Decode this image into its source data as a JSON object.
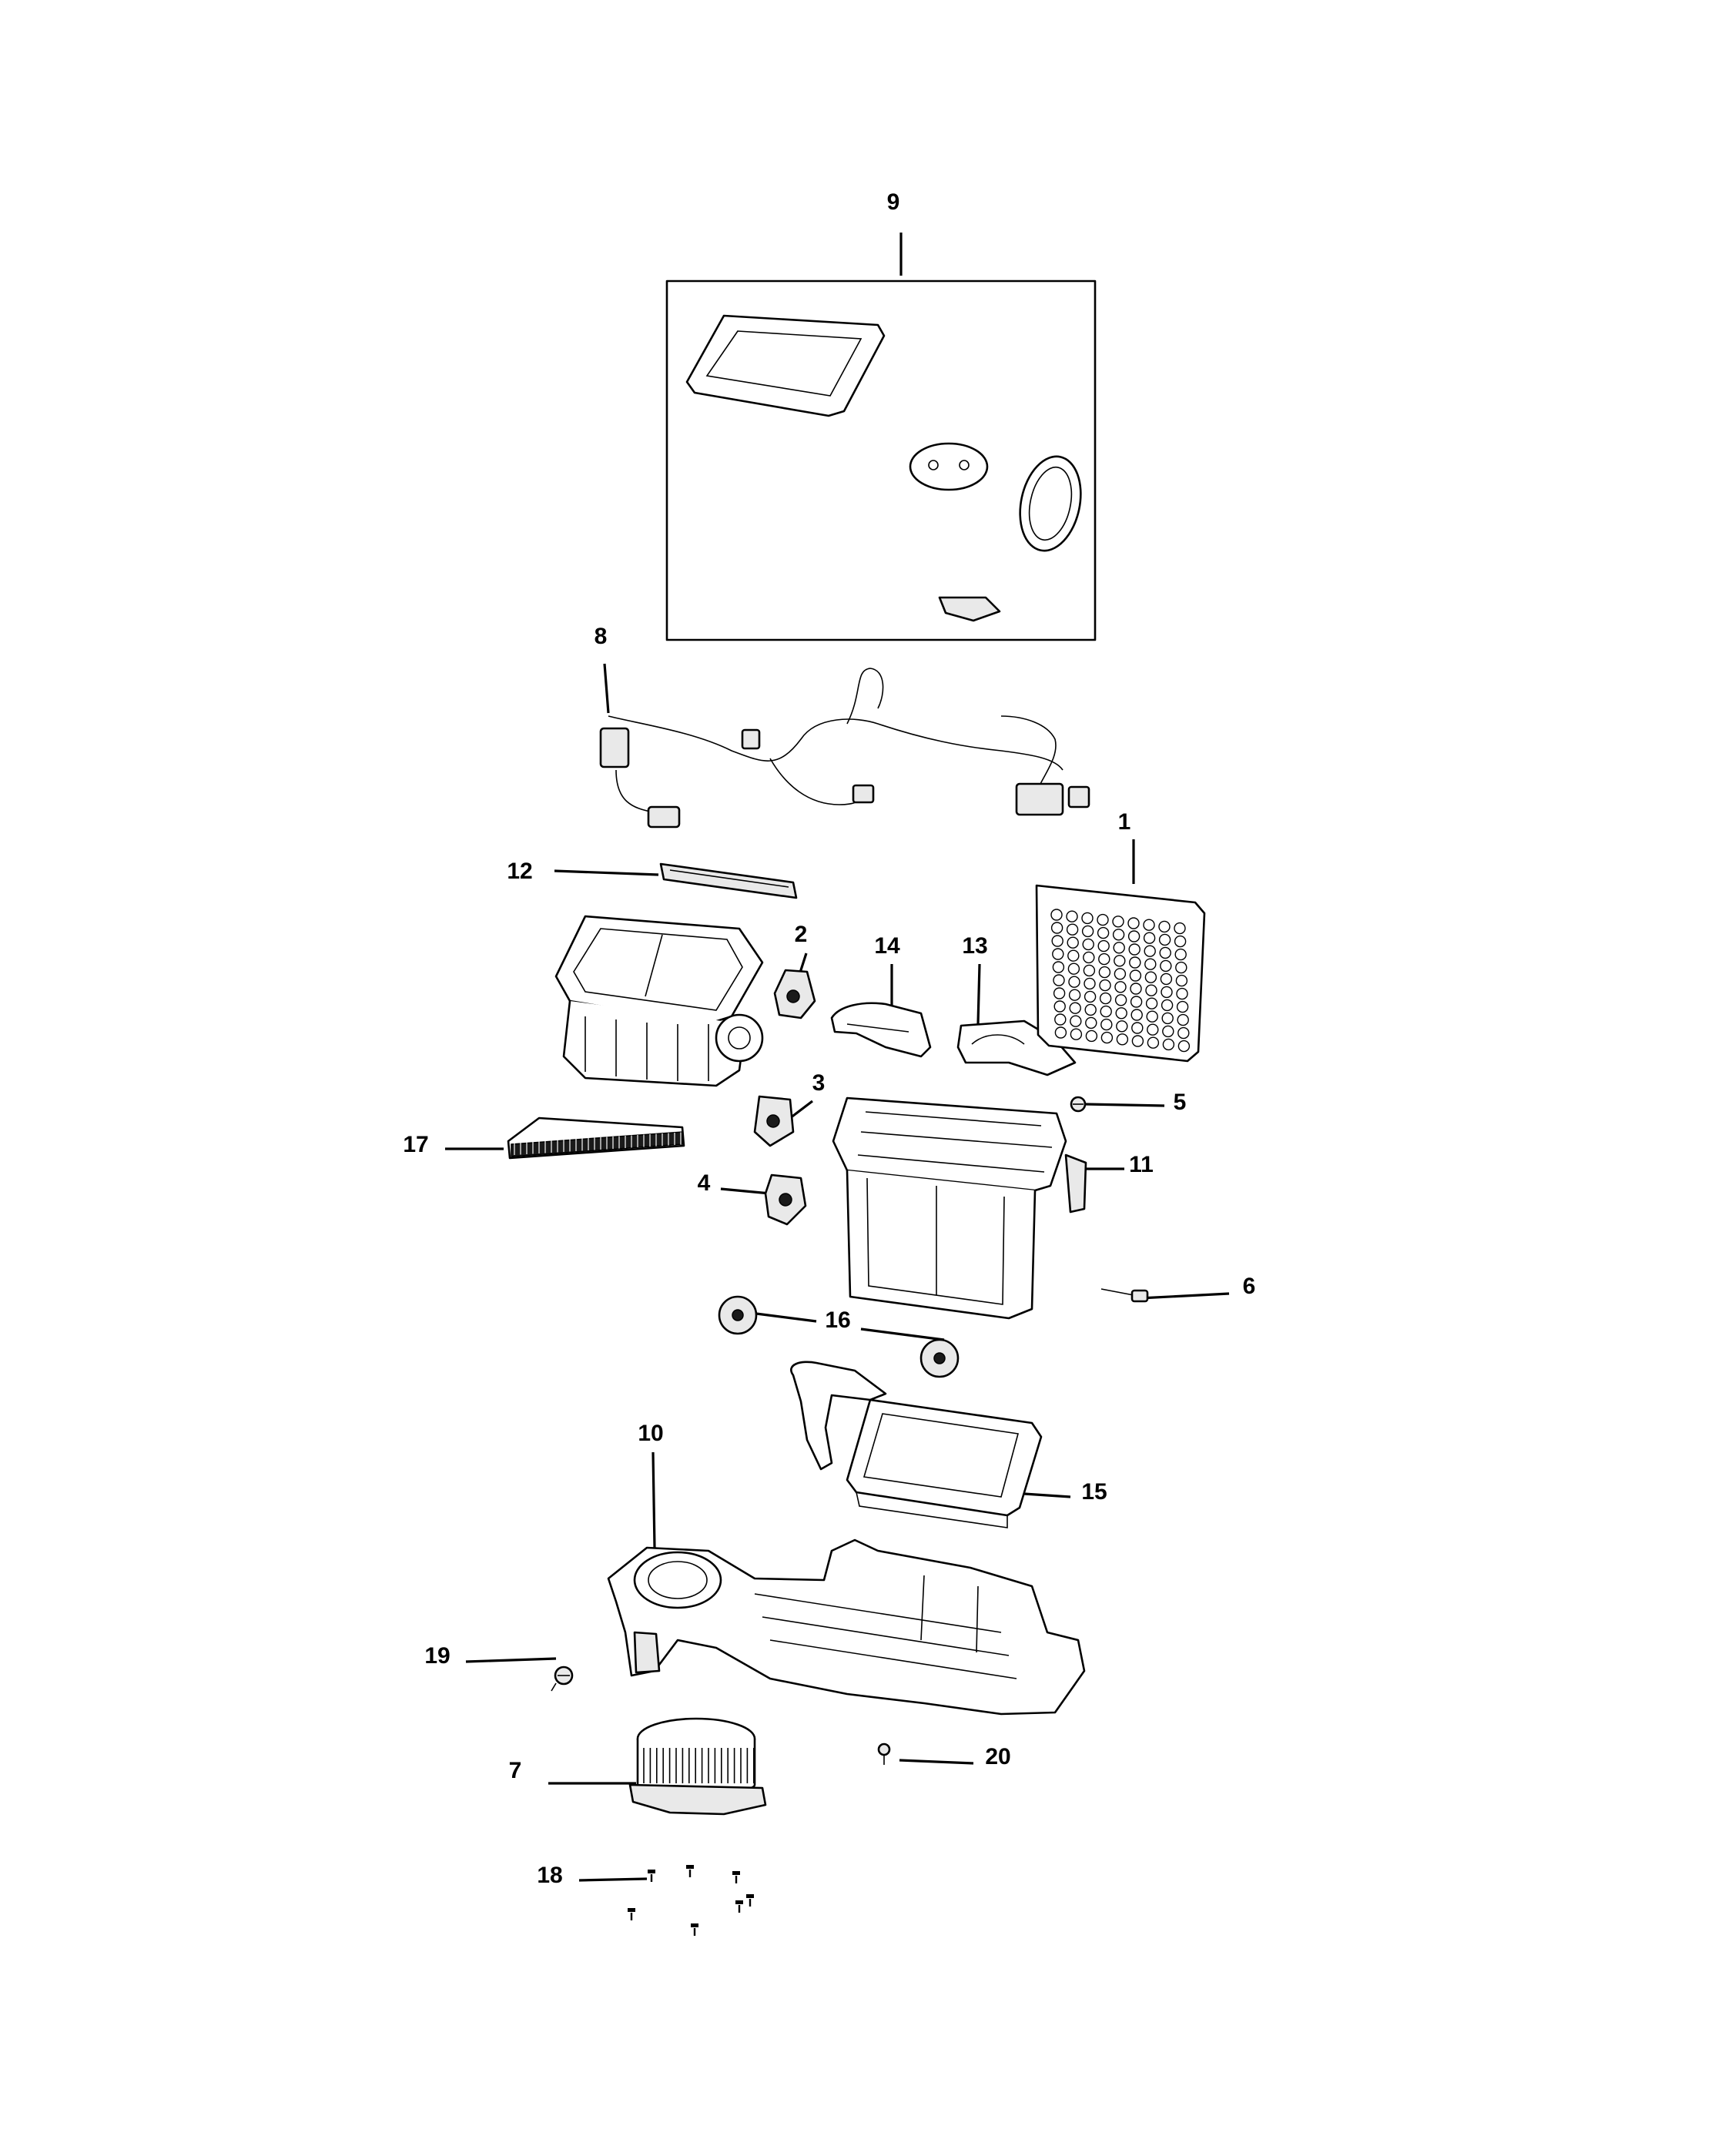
{
  "diagram": {
    "callouts": [
      {
        "id": "9",
        "label": "9"
      },
      {
        "id": "8",
        "label": "8"
      },
      {
        "id": "12",
        "label": "12"
      },
      {
        "id": "1",
        "label": "1"
      },
      {
        "id": "2",
        "label": "2"
      },
      {
        "id": "14",
        "label": "14"
      },
      {
        "id": "13",
        "label": "13"
      },
      {
        "id": "3",
        "label": "3"
      },
      {
        "id": "5",
        "label": "5"
      },
      {
        "id": "17",
        "label": "17"
      },
      {
        "id": "11",
        "label": "11"
      },
      {
        "id": "4",
        "label": "4"
      },
      {
        "id": "6",
        "label": "6"
      },
      {
        "id": "16",
        "label": "16"
      },
      {
        "id": "10",
        "label": "10"
      },
      {
        "id": "15",
        "label": "15"
      },
      {
        "id": "19",
        "label": "19"
      },
      {
        "id": "20",
        "label": "20"
      },
      {
        "id": "7",
        "label": "7"
      },
      {
        "id": "18",
        "label": "18"
      }
    ],
    "colors": {
      "line": "#000000",
      "background": "#ffffff",
      "fill_light": "#e9e9e9"
    }
  }
}
